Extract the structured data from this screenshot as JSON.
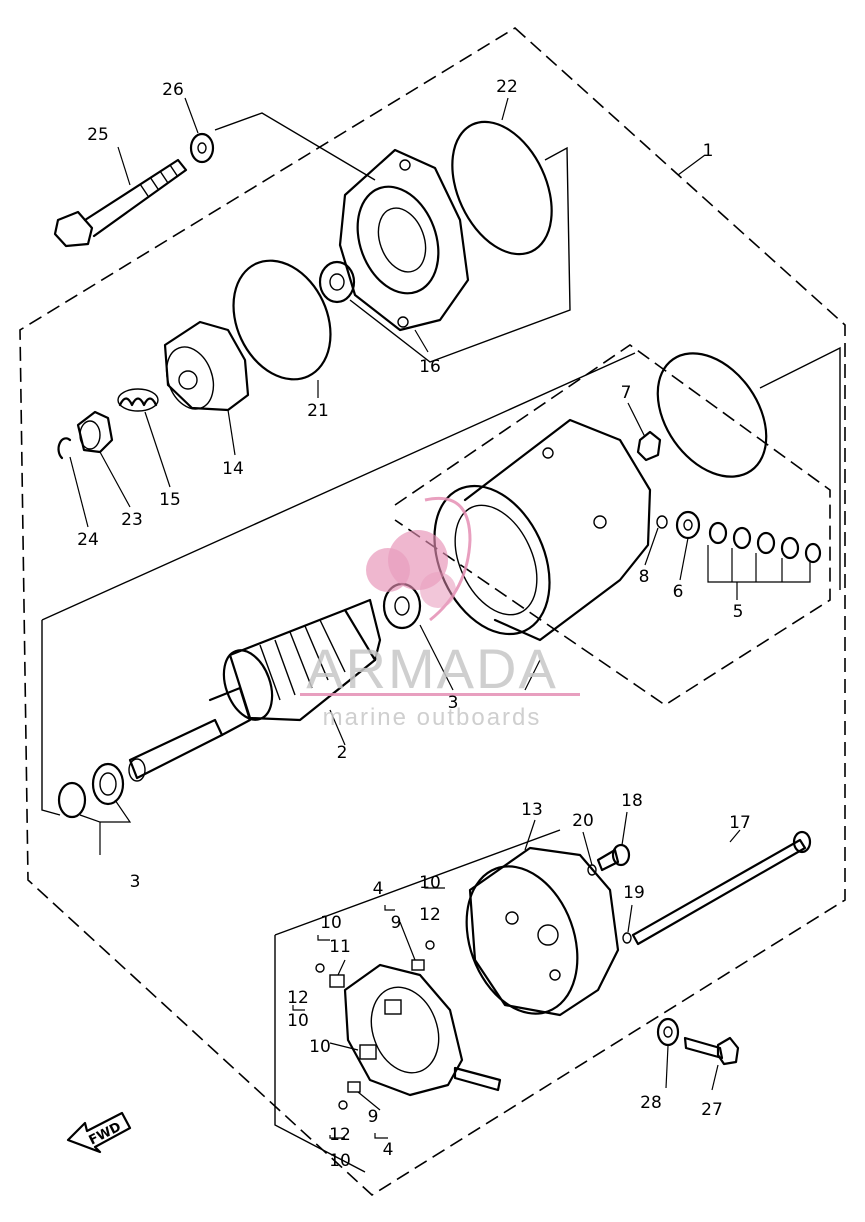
{
  "watermark": {
    "brand": "ARMADA",
    "tagline": "marine outboards",
    "accent_color": "#e58fb4",
    "text_color": "#c7c7c7"
  },
  "direction_arrow": {
    "label": "FWD"
  },
  "callouts": {
    "n1": "1",
    "n2": "2",
    "n3a": "3",
    "n3b": "3",
    "n4a": "4",
    "n4b": "4",
    "n5": "5",
    "n6": "6",
    "n7": "7",
    "n8": "8",
    "n9a": "9",
    "n9b": "9",
    "n10a": "10",
    "n10b": "10",
    "n10c": "10",
    "n10d": "10",
    "n10e": "10",
    "n11": "11",
    "n12a": "12",
    "n12b": "12",
    "n12c": "12",
    "n13": "13",
    "n14": "14",
    "n15": "15",
    "n16": "16",
    "n17": "17",
    "n18": "18",
    "n19": "19",
    "n20": "20",
    "n21": "21",
    "n22": "22",
    "n23": "23",
    "n24": "24",
    "n25": "25",
    "n26": "26",
    "n27": "27",
    "n28": "28"
  }
}
